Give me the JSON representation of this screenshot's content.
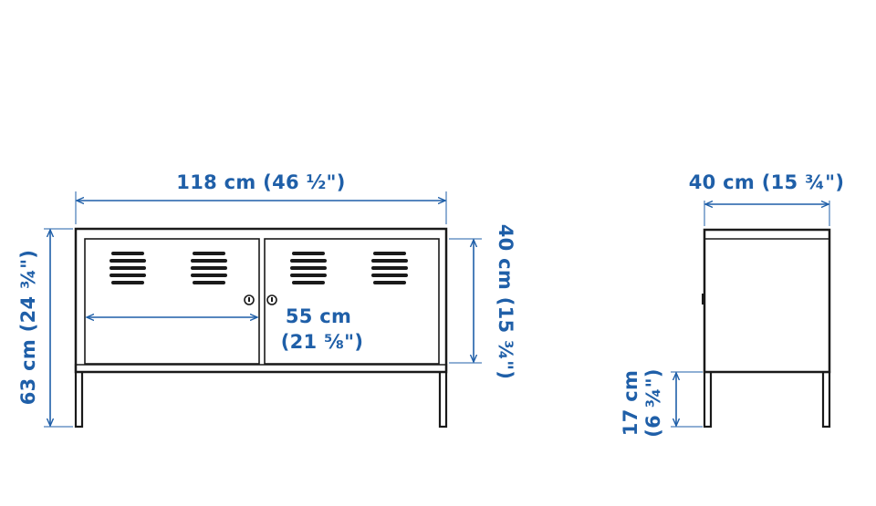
{
  "colors": {
    "dimension": "#1f5fa8",
    "line": "#1a1a1a",
    "background": "#ffffff"
  },
  "front_view": {
    "width_label": "118 cm (46 ½\")",
    "height_label": "63 cm (24 ¾\")",
    "door_height_label": "40 cm (15 ¾\")",
    "door_width_label_line1": "55 cm",
    "door_width_label_line2": "(21 ⅝\")"
  },
  "side_view": {
    "depth_label": "40 cm (15 ¾\")",
    "leg_height_label_line1": "17 cm",
    "leg_height_label_line2": "(6 ¾\")"
  }
}
